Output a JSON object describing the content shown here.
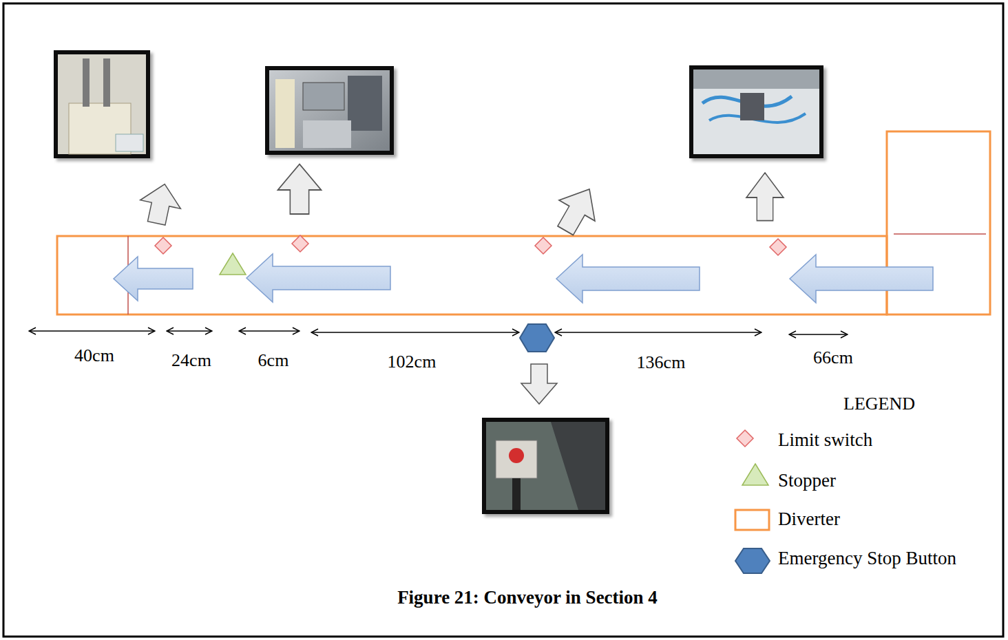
{
  "diagram": {
    "caption": "Figure 21: Conveyor in Section 4",
    "labels": [
      "40cm",
      "24cm",
      "6cm",
      "102cm",
      "136cm",
      "66cm",
      "LEGEND"
    ],
    "legend": [
      {
        "text": "Limit switch"
      },
      {
        "text": "Stopper"
      },
      {
        "text": "Diverter"
      },
      {
        "text": "Emergency Stop Button"
      }
    ]
  }
}
